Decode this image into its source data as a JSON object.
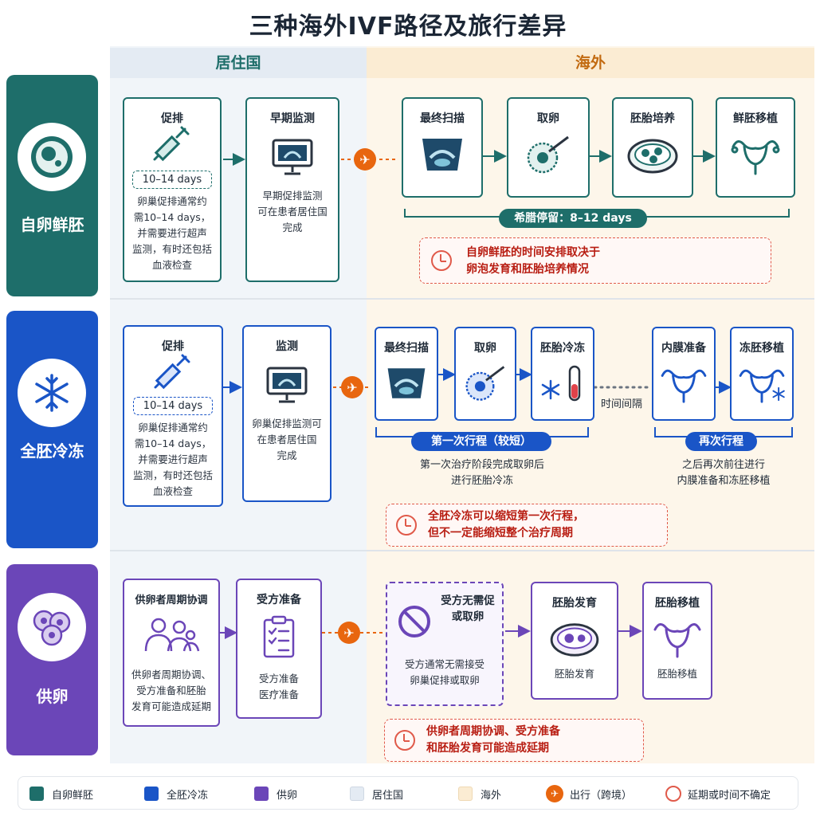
{
  "title": "三种海外IVF路径及旅行差异",
  "zones": {
    "home": "居住国",
    "abroad": "海外"
  },
  "colors": {
    "teal": "#1e6e6a",
    "blue": "#1a55c7",
    "purple": "#6b46b8",
    "orange": "#e8660f",
    "red": "#e05a4a"
  },
  "rows": {
    "fresh": {
      "label": "自卵鲜胚",
      "stim": {
        "title": "促排",
        "duration": "10–14 days",
        "desc": [
          "卵巢促排通常约",
          "需10–14 days，",
          "并需要进行超声",
          "监测，有时还包括",
          "血液检查"
        ]
      },
      "monitor": {
        "title": "早期监测",
        "desc": [
          "早期促排监测",
          "可在患者居住国",
          "完成"
        ]
      },
      "steps": [
        "最终扫描",
        "取卵",
        "胚胎培养",
        "鲜胚移植"
      ],
      "stay": "希腊停留：8–12 days",
      "note": [
        "自卵鲜胚的时间安排取决于",
        "卵泡发育和胚胎培养情况"
      ]
    },
    "frozen": {
      "label": "全胚冷冻",
      "stim": {
        "title": "促排",
        "duration": "10–14 days",
        "desc": [
          "卵巢促排通常约",
          "需10–14 days，",
          "并需要进行超声",
          "监测，有时还包括",
          "血液检查"
        ]
      },
      "monitor": {
        "title": "监测",
        "desc": [
          "卵巢促排监测可",
          "在患者居住国",
          "完成"
        ]
      },
      "steps": [
        "最终扫描",
        "取卵",
        "胚胎冷冻",
        "内膜准备",
        "冻胚移植"
      ],
      "interval": "时间间隔",
      "trip1": "第一次行程（较短）",
      "trip1_desc": [
        "第一次治疗阶段完成取卵后",
        "进行胚胎冷冻"
      ],
      "trip2": "再次行程",
      "trip2_desc": [
        "之后再次前往进行",
        "内膜准备和冻胚移植"
      ],
      "note": [
        "全胚冷冻可以缩短第一次行程，",
        "但不一定能缩短整个治疗周期"
      ]
    },
    "donor": {
      "label": "供卵",
      "coord": {
        "title": "供卵者周期协调",
        "desc": [
          "供卵者周期协调、",
          "受方准备和胚胎",
          "发育可能造成延期"
        ]
      },
      "prep": {
        "title": "受方准备",
        "desc": [
          "受方准备",
          "医疗准备"
        ]
      },
      "none": {
        "title": [
          "受方无需促",
          "或取卵"
        ],
        "desc": [
          "受方通常无需接受",
          "卵巢促排或取卵"
        ]
      },
      "dev": {
        "title": "胚胎发育",
        "desc": "胚胎发育"
      },
      "transfer": {
        "title": "胚胎移植",
        "desc": "胚胎移植"
      },
      "note": [
        "供卵者周期协调、受方准备",
        "和胚胎发育可能造成延期"
      ]
    }
  },
  "legend": [
    "自卵鲜胚",
    "全胚冷冻",
    "供卵",
    "居住国",
    "海外",
    "出行（跨境）",
    "延期或时间不确定"
  ],
  "icons": [
    "egg-cell-icon",
    "snowflake-icon",
    "donor-cells-icon",
    "syringe-icon",
    "ultrasound-monitor-icon",
    "airplane-icon",
    "egg-retrieval-icon",
    "petri-dish-icon",
    "uterus-icon",
    "test-tube-icon",
    "people-icon",
    "clipboard-icon",
    "no-entry-icon",
    "clock-icon"
  ]
}
